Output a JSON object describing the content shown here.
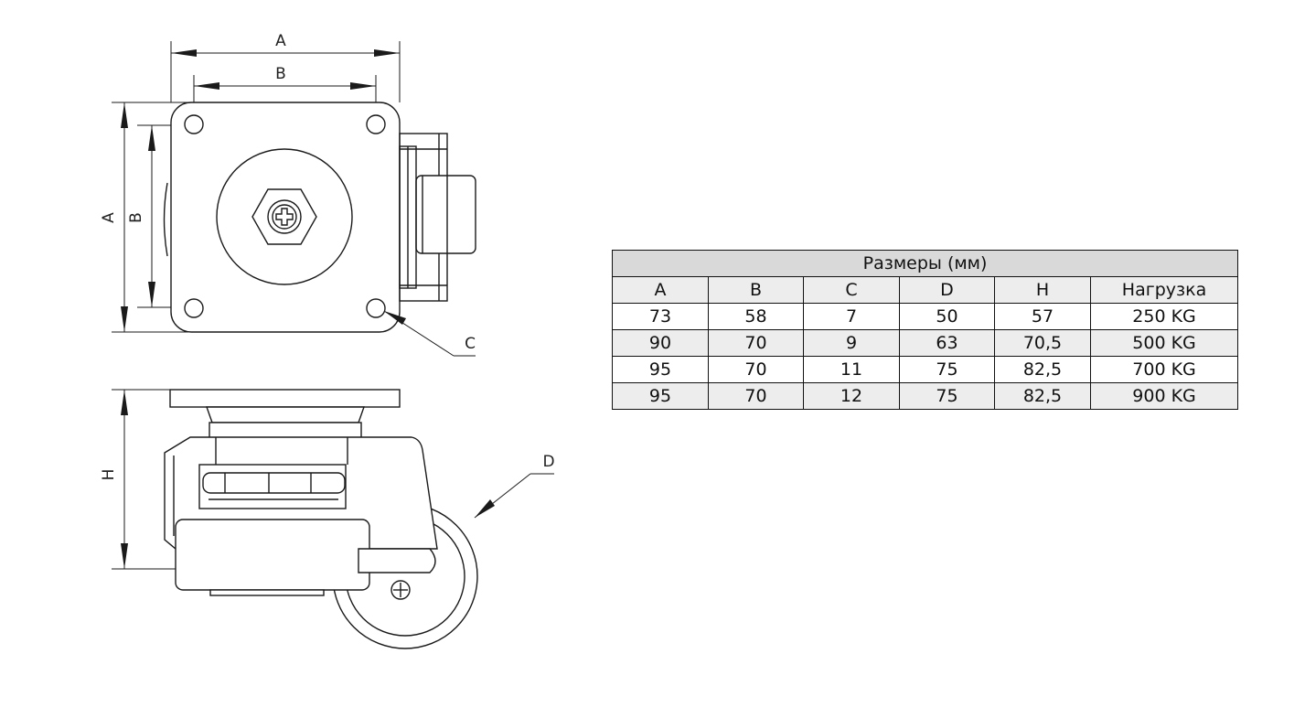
{
  "drawing": {
    "dimension_labels": {
      "top_a": "A",
      "top_b": "B",
      "side_a": "A",
      "side_b": "B",
      "hole": "C",
      "wheel": "D",
      "height": "H"
    }
  },
  "table": {
    "title": "Размеры (мм)",
    "headers": [
      "A",
      "B",
      "C",
      "D",
      "H",
      "Нагрузка"
    ],
    "rows": [
      [
        "73",
        "58",
        "7",
        "50",
        "57",
        "250 KG"
      ],
      [
        "90",
        "70",
        "9",
        "63",
        "70,5",
        "500 KG"
      ],
      [
        "95",
        "70",
        "11",
        "75",
        "82,5",
        "700 KG"
      ],
      [
        "95",
        "70",
        "12",
        "75",
        "82,5",
        "900 KG"
      ]
    ]
  }
}
